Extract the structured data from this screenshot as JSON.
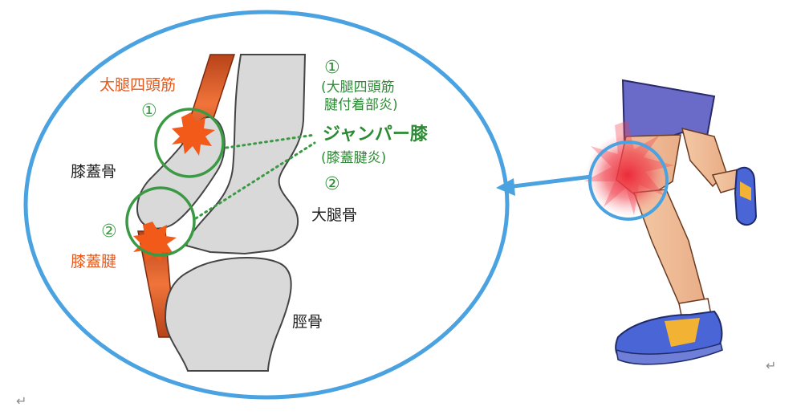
{
  "labels": {
    "quadriceps": "太腿四頭筋",
    "patella": "膝蓋骨",
    "femur": "大腿骨",
    "tibia": "脛骨",
    "patellar_tendon": "膝蓋腱",
    "marker_2_left": "②",
    "marker_1_left": "①"
  },
  "annotation": {
    "marker_1": "①",
    "line_1a": "(大腿四頭筋",
    "line_1b": "腱付着部炎)",
    "title": "ジャンパー膝",
    "line_2": "(膝蓋腱炎)",
    "marker_2": "②"
  },
  "return_marks": {
    "left": "↵",
    "right": "↵"
  },
  "colors": {
    "circle_outline": "#4aa3e0",
    "green": "#2e8b35",
    "orange": "#e65a1e",
    "bone_fill": "#d9d9d9",
    "bone_stroke": "#444444",
    "tendon": "#d9531e",
    "burst": "#f25a1a"
  }
}
